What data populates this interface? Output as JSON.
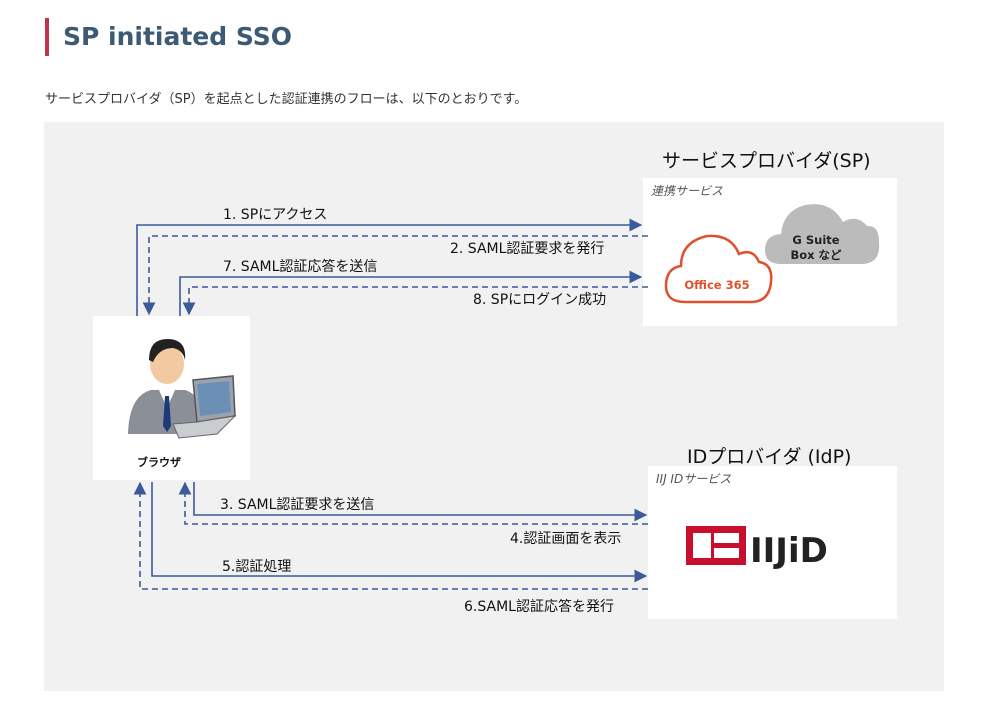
{
  "title": "SP initiated SSO",
  "intro": "サービスプロバイダ（SP）を起点とした認証連携のフローは、以下のとおりです。",
  "diagram": {
    "sp_title": "サービスプロバイダ(SP)",
    "sp_sub": "連携サービス",
    "idp_title": "IDプロバイダ (IdP)",
    "idp_sub": "IIJ IDサービス",
    "browser_label": "ブラウザ",
    "office_label": "Office 365",
    "gsuite_line1": "G Suite",
    "gsuite_line2": "Box など",
    "iijid_logo_text": "IIJiD",
    "steps": [
      "1. SPにアクセス",
      "2. SAML認証要求を発行",
      "7. SAML認証応答を送信",
      "8. SPにログイン成功",
      "3. SAML認証要求を送信",
      "4.認証画面を表示",
      "5.認証処理",
      "6.SAML認証応答を発行"
    ],
    "colors": {
      "arrow": "#3a5a9a",
      "accent": "#c2334d",
      "office": "#e0502e",
      "cloud_gray": "#bbbbbb",
      "logo_red": "#c8102e"
    }
  }
}
